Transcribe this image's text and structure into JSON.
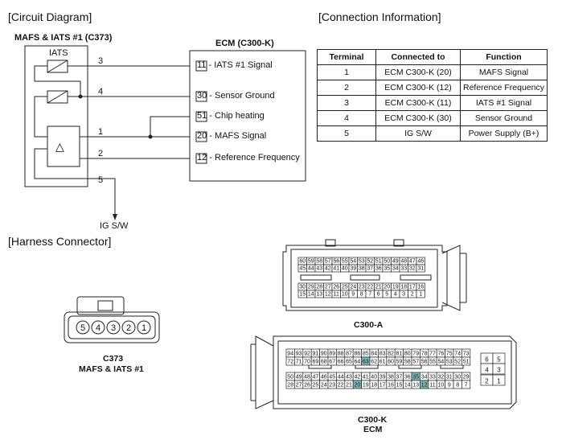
{
  "circuit": {
    "section_title": "[Circuit Diagram]",
    "sensor_title": "MAFS & IATS #1 (C373)",
    "iats_label": "IATS",
    "ecm_title": "ECM (C300-K)",
    "ground_label": "IG S/W",
    "sensor_pins": [
      "3",
      "4",
      "1",
      "2",
      "5"
    ],
    "ecm_pins": [
      {
        "pin": "11",
        "label": " - IATS #1 Signal"
      },
      {
        "pin": "30",
        "label": " - Sensor Ground"
      },
      {
        "pin": "51",
        "label": " - Chip heating"
      },
      {
        "pin": "20",
        "label": " - MAFS Signal"
      },
      {
        "pin": "12",
        "label": " - Reference Frequency"
      }
    ],
    "triangle_symbol": "△"
  },
  "connection": {
    "section_title": "[Connection Information]",
    "headers": [
      "Terminal",
      "Connected to",
      "Function"
    ],
    "rows": [
      [
        "1",
        "ECM C300-K (20)",
        "MAFS Signal"
      ],
      [
        "2",
        "ECM C300-K (12)",
        "Reference Frequency"
      ],
      [
        "3",
        "ECM C300-K (11)",
        "IATS #1 Signal"
      ],
      [
        "4",
        "ECM C300-K (30)",
        "Sensor Ground"
      ],
      [
        "5",
        "IG S/W",
        "Power Supply (B+)"
      ]
    ]
  },
  "harness": {
    "section_title": "[Harness Connector]",
    "c373_label": "C373",
    "c373_sub": "MAFS & IATS #1",
    "c373_pins": [
      "5",
      "4",
      "3",
      "2",
      "1"
    ],
    "c300a_label": "C300-A",
    "c300a_rows": [
      [
        "60",
        "59",
        "58",
        "57",
        "56",
        "55",
        "54",
        "53",
        "52",
        "51",
        "50",
        "49",
        "48",
        "47",
        "46"
      ],
      [
        "45",
        "44",
        "43",
        "42",
        "41",
        "40",
        "39",
        "38",
        "37",
        "36",
        "35",
        "34",
        "33",
        "32",
        "31"
      ],
      [
        "30",
        "29",
        "28",
        "27",
        "26",
        "25",
        "24",
        "23",
        "22",
        "21",
        "20",
        "19",
        "18",
        "17",
        "16"
      ],
      [
        "15",
        "14",
        "13",
        "12",
        "11",
        "10",
        "9",
        "8",
        "7",
        "6",
        "5",
        "4",
        "3",
        "2",
        "1"
      ]
    ],
    "c300k_label": "C300-K",
    "c300k_sub": "ECM",
    "c300k_rows": [
      [
        "94",
        "93",
        "92",
        "91",
        "90",
        "89",
        "88",
        "87",
        "86",
        "85",
        "84",
        "83",
        "82",
        "81",
        "80",
        "79",
        "78",
        "77",
        "76",
        "75",
        "74",
        "73"
      ],
      [
        "72",
        "71",
        "70",
        "69",
        "68",
        "67",
        "66",
        "65",
        "64",
        "63",
        "62",
        "61",
        "60",
        "59",
        "58",
        "57",
        "56",
        "55",
        "54",
        "53",
        "52",
        "51"
      ],
      [
        "50",
        "49",
        "48",
        "47",
        "46",
        "45",
        "44",
        "43",
        "42",
        "41",
        "40",
        "39",
        "38",
        "37",
        "36",
        "35",
        "34",
        "33",
        "32",
        "31",
        "30",
        "29"
      ],
      [
        "28",
        "27",
        "26",
        "25",
        "24",
        "23",
        "22",
        "21",
        "20",
        "19",
        "18",
        "17",
        "16",
        "15",
        "14",
        "13",
        "12",
        "11",
        "10",
        "9",
        "8",
        "7"
      ]
    ],
    "c300k_side": [
      [
        "6",
        "5"
      ],
      [
        "4",
        "3"
      ],
      [
        "2",
        "1"
      ]
    ],
    "highlighted_pins": [
      "63",
      "35",
      "20",
      "12"
    ],
    "highlight_color": "#7fb7b7"
  }
}
